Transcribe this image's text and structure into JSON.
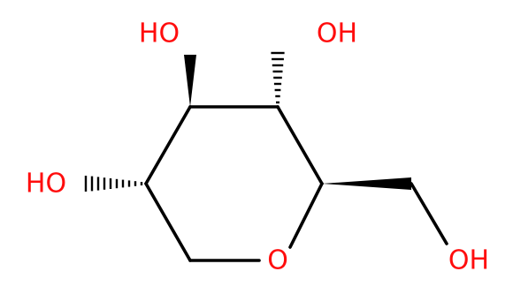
{
  "molecule": {
    "atoms": {
      "oh_c3": "HO",
      "oh_c2": "OH",
      "oh_c4": "HO",
      "ring_oxygen": "O",
      "oh_c6": "OH"
    }
  }
}
